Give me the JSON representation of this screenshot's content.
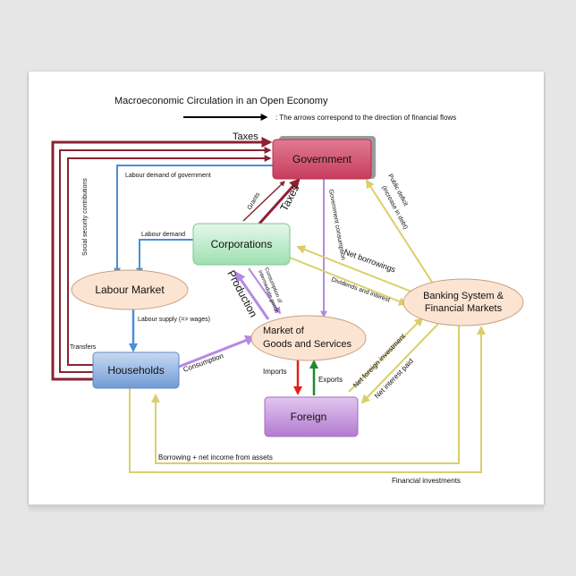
{
  "title": "Macroeconomic Circulation in an Open Economy",
  "legend_text": ": The arrows correspond to the direction of financial flows",
  "nodes": {
    "government": "Government",
    "corporations": "Corporations",
    "labour_market": "Labour Market",
    "market_line1": "Market of",
    "market_line2": "Goods and Services",
    "banking_line1": "Banking System &",
    "banking_line2": "Financial Markets",
    "households": "Households",
    "foreign": "Foreign"
  },
  "labels": {
    "taxes_top": "Taxes",
    "labour_demand_government": "Labour demand of government",
    "social_security": "Social security contributions",
    "grants": "Grants",
    "taxes_corp": "Taxes",
    "government_consumption": "Government consumption",
    "public_deficit_line1": "Public deficit",
    "public_deficit_line2": "(increase in debt)",
    "labour_demand": "Labour demand",
    "net_borrowings": "Net borrowings",
    "dividends_interest": "Dividends and interest",
    "production": "Production",
    "consumption_intermediate_line1": "Consumption of",
    "consumption_intermediate_line2": "intermediate goods",
    "labour_supply": "Labour supply (=> wages)",
    "transfers": "Transfers",
    "consumption": "Consumption",
    "imports": "Imports",
    "exports": "Exports",
    "net_foreign_investment": "Net foreign investment",
    "net_interest_paid": "Net interest paid",
    "borrowing_income": "Borrowing + net income from assets",
    "financial_investments": "Financial investments"
  },
  "colors": {
    "dark_red": "#8b2232",
    "blue": "#4a8fd8",
    "purple": "#b48ae2",
    "yellow": "#d9cf6a",
    "red": "#e0201e",
    "green": "#1f8a2a"
  }
}
